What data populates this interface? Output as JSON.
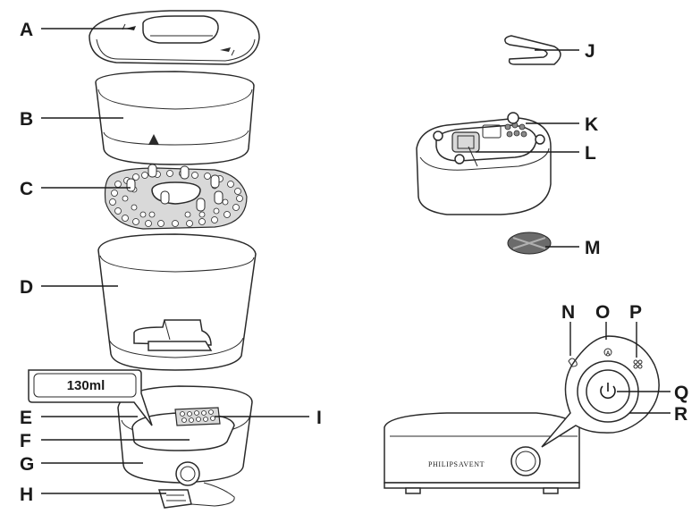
{
  "labels": {
    "A": "A",
    "B": "B",
    "C": "C",
    "D": "D",
    "E": "E",
    "F": "F",
    "G": "G",
    "H": "H",
    "I": "I",
    "J": "J",
    "K": "K",
    "L": "L",
    "M": "M",
    "N": "N",
    "O": "O",
    "P": "P",
    "Q": "Q",
    "R": "R"
  },
  "water_level_marking": "130ml",
  "brand_name": "PHILIPS",
  "product_line": "AVENT"
}
